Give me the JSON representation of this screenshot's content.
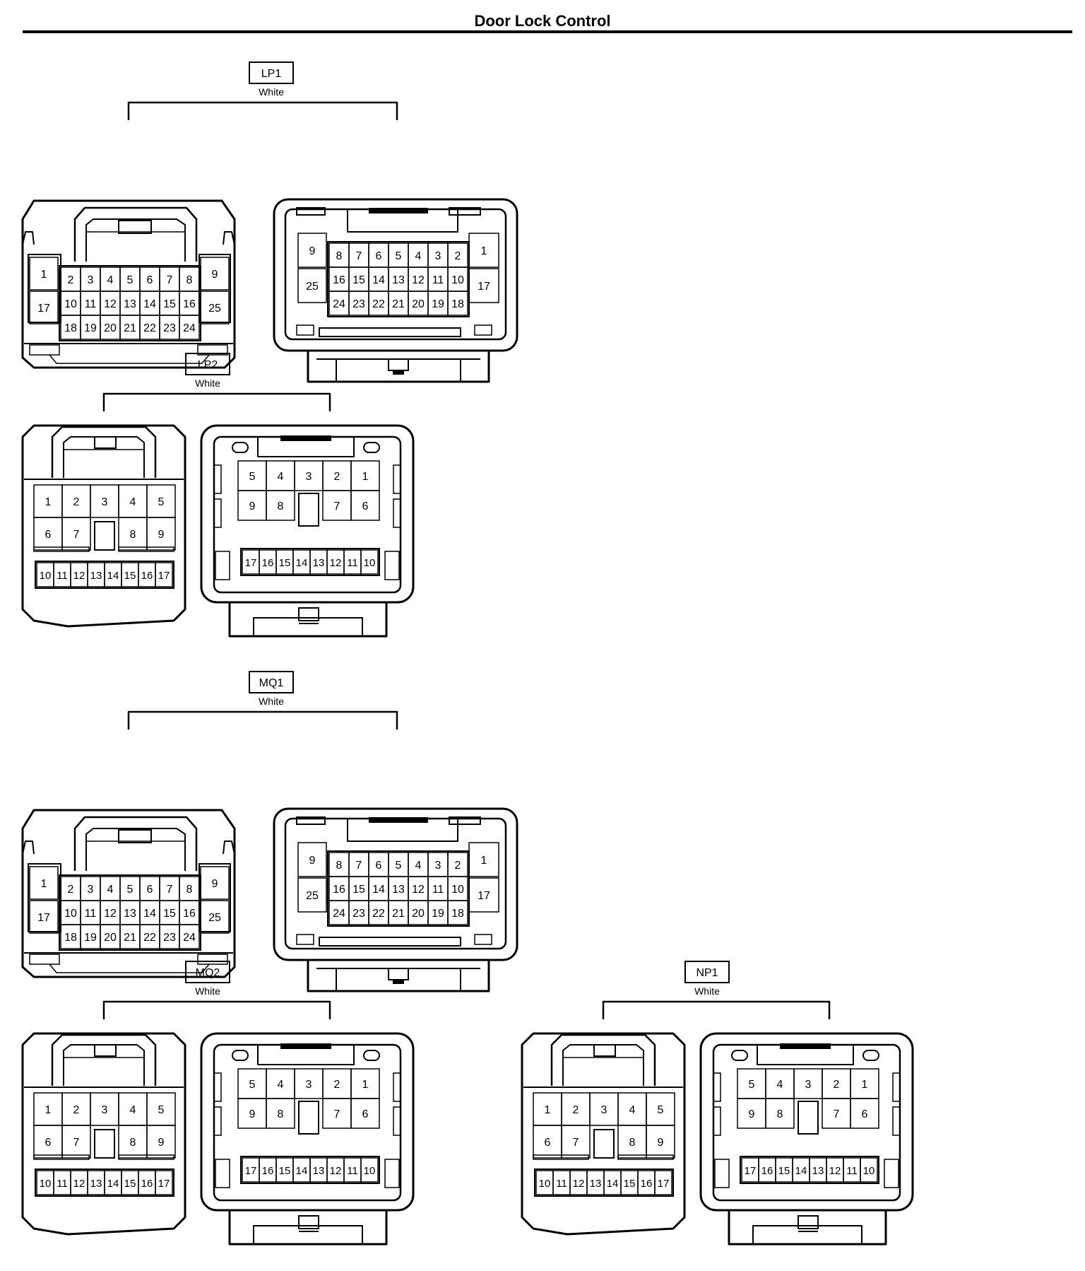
{
  "page": {
    "title": "Door Lock Control"
  },
  "connectors": [
    {
      "id": "LP1",
      "color": "White",
      "variant": "25pin",
      "male": {
        "row1": [
          "2",
          "3",
          "4",
          "5",
          "6",
          "7",
          "8"
        ],
        "row2": [
          "10",
          "11",
          "12",
          "13",
          "14",
          "15",
          "16"
        ],
        "row3": [
          "18",
          "19",
          "20",
          "21",
          "22",
          "23",
          "24"
        ],
        "left": [
          "1",
          "17"
        ],
        "right": [
          "9",
          "25"
        ]
      },
      "female": {
        "row1": [
          "8",
          "7",
          "6",
          "5",
          "4",
          "3",
          "2"
        ],
        "row2": [
          "16",
          "15",
          "14",
          "13",
          "12",
          "11",
          "10"
        ],
        "row3": [
          "24",
          "23",
          "22",
          "21",
          "20",
          "19",
          "18"
        ],
        "left": [
          "9",
          "25"
        ],
        "right": [
          "1",
          "17"
        ]
      }
    },
    {
      "id": "LP2",
      "color": "White",
      "variant": "17pin",
      "male": {
        "row1": [
          "1",
          "2",
          "3",
          "4",
          "5"
        ],
        "row2": [
          "6",
          "7",
          "8",
          "9"
        ],
        "row3": [
          "10",
          "11",
          "12",
          "13",
          "14",
          "15",
          "16",
          "17"
        ]
      },
      "female": {
        "row1": [
          "5",
          "4",
          "3",
          "2",
          "1"
        ],
        "row2": [
          "9",
          "8",
          "7",
          "6"
        ],
        "row3": [
          "17",
          "16",
          "15",
          "14",
          "13",
          "12",
          "11",
          "10"
        ]
      }
    },
    {
      "id": "MQ1",
      "color": "White",
      "variant": "25pin",
      "male": {
        "row1": [
          "2",
          "3",
          "4",
          "5",
          "6",
          "7",
          "8"
        ],
        "row2": [
          "10",
          "11",
          "12",
          "13",
          "14",
          "15",
          "16"
        ],
        "row3": [
          "18",
          "19",
          "20",
          "21",
          "22",
          "23",
          "24"
        ],
        "left": [
          "1",
          "17"
        ],
        "right": [
          "9",
          "25"
        ]
      },
      "female": {
        "row1": [
          "8",
          "7",
          "6",
          "5",
          "4",
          "3",
          "2"
        ],
        "row2": [
          "16",
          "15",
          "14",
          "13",
          "12",
          "11",
          "10"
        ],
        "row3": [
          "24",
          "23",
          "22",
          "21",
          "20",
          "19",
          "18"
        ],
        "left": [
          "9",
          "25"
        ],
        "right": [
          "1",
          "17"
        ]
      }
    },
    {
      "id": "MQ2",
      "color": "White",
      "variant": "17pin",
      "male": {
        "row1": [
          "1",
          "2",
          "3",
          "4",
          "5"
        ],
        "row2": [
          "6",
          "7",
          "8",
          "9"
        ],
        "row3": [
          "10",
          "11",
          "12",
          "13",
          "14",
          "15",
          "16",
          "17"
        ]
      },
      "female": {
        "row1": [
          "5",
          "4",
          "3",
          "2",
          "1"
        ],
        "row2": [
          "9",
          "8",
          "7",
          "6"
        ],
        "row3": [
          "17",
          "16",
          "15",
          "14",
          "13",
          "12",
          "11",
          "10"
        ]
      }
    },
    {
      "id": "NP1",
      "color": "White",
      "variant": "17pin",
      "male": {
        "row1": [
          "1",
          "2",
          "3",
          "4",
          "5"
        ],
        "row2": [
          "6",
          "7",
          "8",
          "9"
        ],
        "row3": [
          "10",
          "11",
          "12",
          "13",
          "14",
          "15",
          "16",
          "17"
        ]
      },
      "female": {
        "row1": [
          "5",
          "4",
          "3",
          "2",
          "1"
        ],
        "row2": [
          "9",
          "8",
          "7",
          "6"
        ],
        "row3": [
          "17",
          "16",
          "15",
          "14",
          "13",
          "12",
          "11",
          "10"
        ]
      }
    }
  ]
}
